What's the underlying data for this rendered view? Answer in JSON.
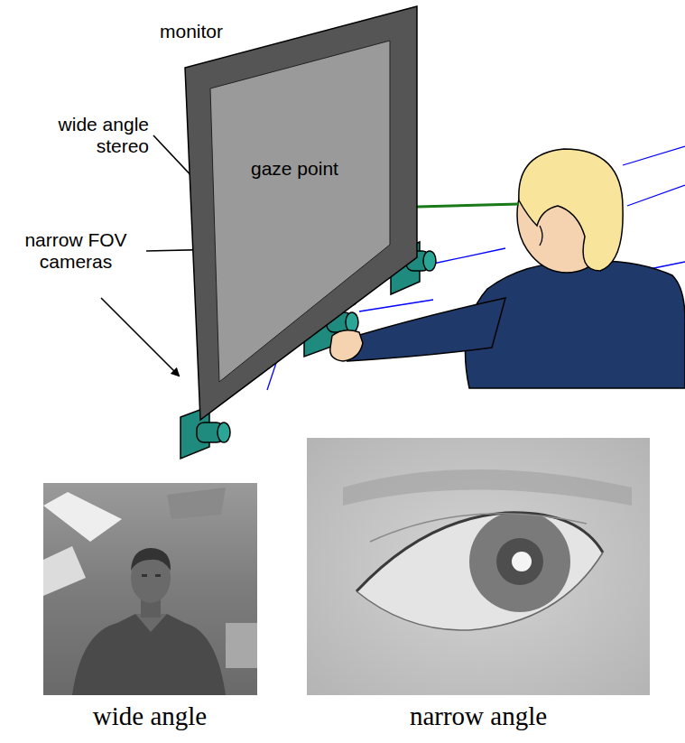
{
  "diagram": {
    "nodes": [
      {
        "text": [
          "monitor",
          "gaze point"
        ]
      }
    ],
    "labels": [
      "wide angle stereo",
      "narrow FOV cameras",
      "wide angle",
      "narrow angle"
    ]
  }
}
